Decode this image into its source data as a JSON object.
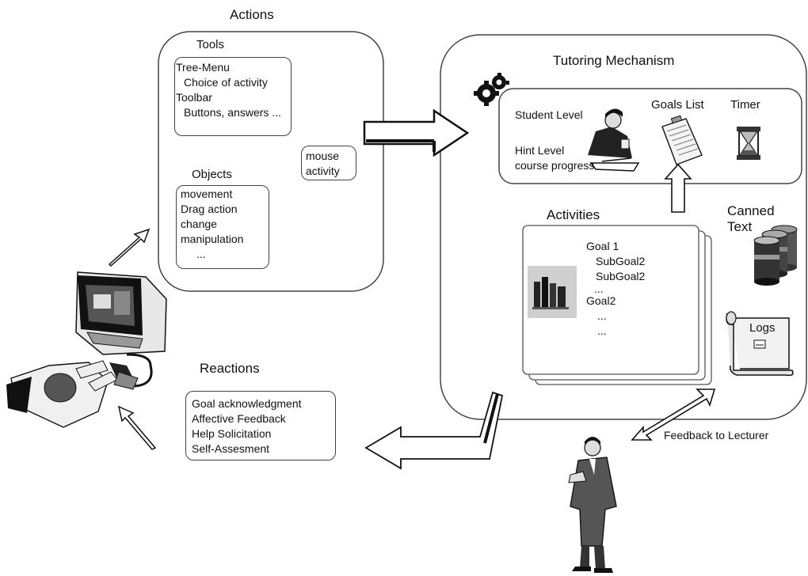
{
  "actions": {
    "title": "Actions",
    "tools": {
      "title": "Tools",
      "items": [
        "Tree-Menu",
        "Choice of activity",
        "Toolbar",
        "Buttons, answers ..."
      ]
    },
    "mouse_activity": [
      "mouse",
      "activity"
    ],
    "objects": {
      "title": "Objects",
      "items": [
        "movement",
        "Drag action",
        "change",
        "manipulation",
        "..."
      ]
    }
  },
  "tutoring": {
    "title": "Tutoring Mechanism",
    "student_level": "Student Level",
    "hint_level": "Hint Level",
    "course_progress": "course progress",
    "goals_list": "Goals List",
    "timer": "Timer",
    "activities": {
      "title": "Activities",
      "items": [
        "Goal 1",
        "SubGoal2",
        "SubGoal2",
        "...",
        "Goal2",
        "...",
        "..."
      ]
    },
    "canned_text": [
      "Canned",
      "Text"
    ],
    "logs": "Logs"
  },
  "reactions": {
    "title": "Reactions",
    "items": [
      "Goal acknowledgment",
      "Affective Feedback",
      "Help Solicitation",
      "Self-Assesment"
    ]
  },
  "feedback_to_lecturer": "Feedback to Lecturer",
  "icons": [
    "gears-icon",
    "student-at-desk-icon",
    "clipboard-list-icon",
    "hourglass-timer-icon",
    "books-icon",
    "database-cylinders-icon",
    "scroll-logs-icon",
    "computer-icon",
    "student-topdown-icon",
    "lecturer-icon"
  ]
}
